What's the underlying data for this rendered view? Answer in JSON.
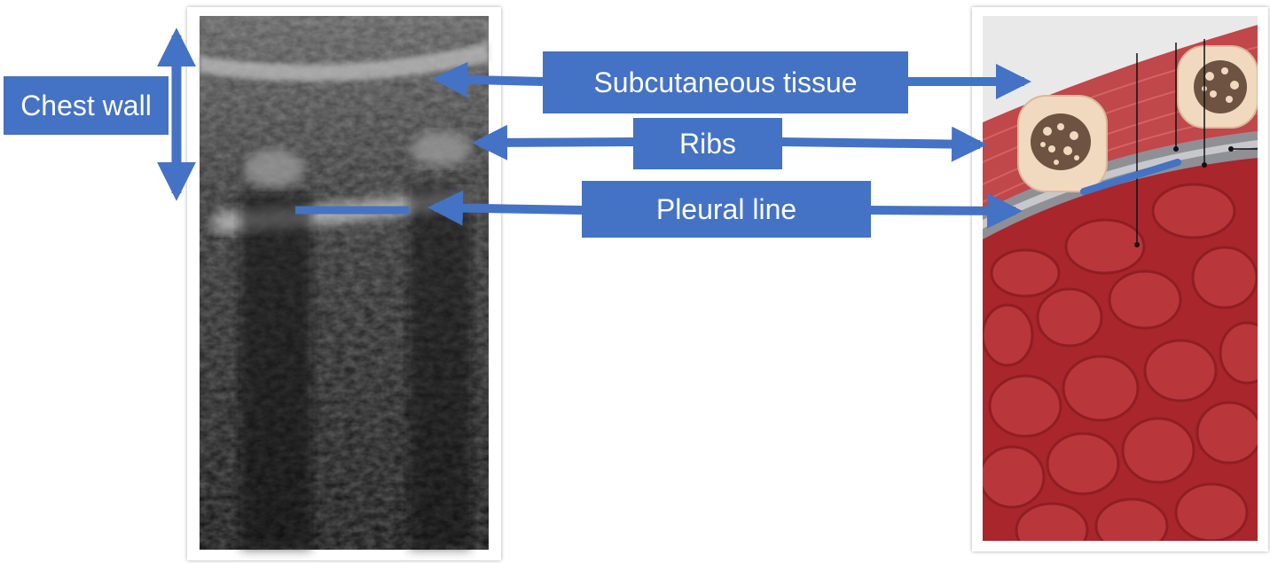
{
  "labels": {
    "subcutaneous": "Subcutaneous tissue",
    "ribs": "Ribs",
    "pleural_line": "Pleural line",
    "chest_wall": "Chest wall"
  },
  "colors": {
    "label_fill": "#4472c4",
    "label_text": "#ffffff",
    "arrow": "#4472c4",
    "muscle": "#c0474a",
    "lung": "#a8262c",
    "bone": "#f1d9c0"
  },
  "images": {
    "left_panel": "lung-ultrasound-image",
    "right_panel": "chest-wall-anatomy-illustration"
  }
}
